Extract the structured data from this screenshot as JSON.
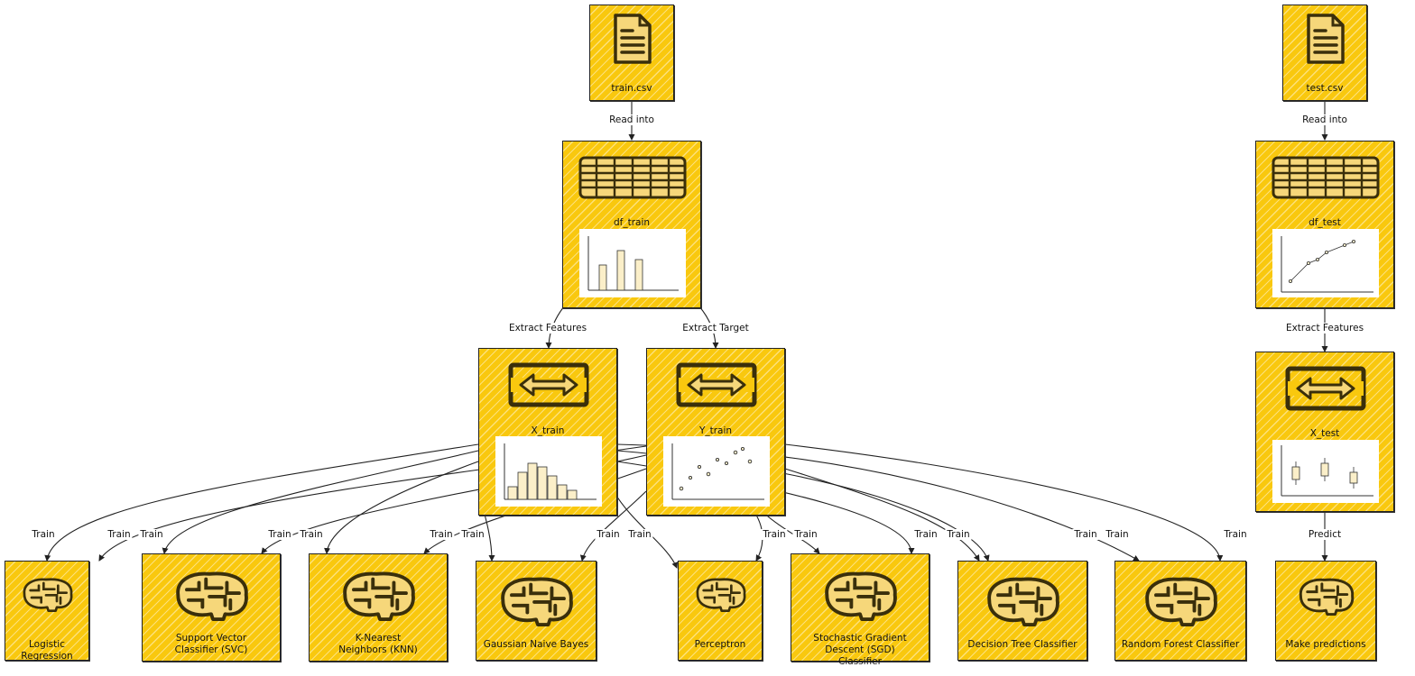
{
  "nodes": {
    "train_csv": "train.csv",
    "test_csv": "test.csv",
    "df_train": "df_train",
    "df_test": "df_test",
    "x_train": "X_train",
    "y_train": "Y_train",
    "x_test": "X_test",
    "logistic": "Logistic Regression",
    "svc": "Support Vector Classifier (SVC)",
    "knn": "K-Nearest Neighbors (KNN)",
    "gnb": "Gaussian Naive Bayes",
    "perceptron": "Perceptron",
    "sgd": "Stochastic Gradient Descent (SGD) Classifier",
    "dtree": "Decision Tree Classifier",
    "rforest": "Random Forest Classifier",
    "predict": "Make predictions"
  },
  "edges": {
    "read_into": "Read into",
    "extract_features": "Extract Features",
    "extract_target": "Extract Target",
    "train": "Train",
    "predict": "Predict"
  },
  "icons": {
    "document": "document-icon",
    "table": "table-icon",
    "transform": "transform-icon",
    "brain": "brain-icon"
  },
  "colors": {
    "node_fill": "#f9c80e",
    "node_stroke": "#222222",
    "icon_dark": "#3a2f0b",
    "icon_light": "#f6d77a",
    "thumb_bar": "#fbefc9"
  }
}
